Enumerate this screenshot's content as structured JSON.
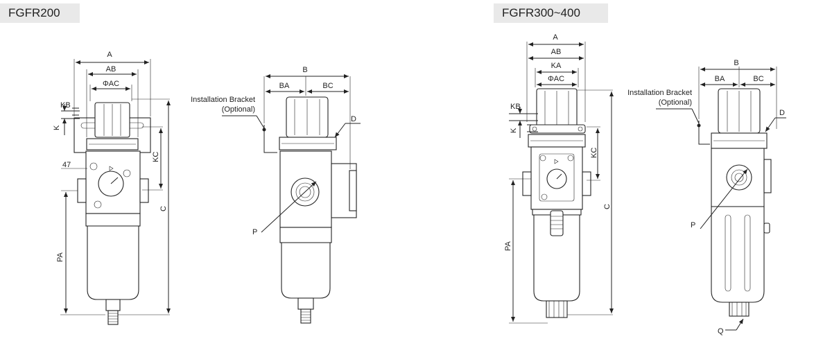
{
  "titles": {
    "left": "FGFR200",
    "right": "FGFR300~400"
  },
  "labels": {
    "A": "A",
    "AB": "AB",
    "PHI_AC": "ΦAC",
    "KA": "KA",
    "KB": "KB",
    "K": "K",
    "KC": "KC",
    "C": "C",
    "PA": "PA",
    "B": "B",
    "BA": "BA",
    "BC": "BC",
    "D": "D",
    "P": "P",
    "Q": "Q",
    "n47": "47",
    "bracket_line1": "Installation Bracket",
    "bracket_line2": "(Optional)"
  },
  "colors": {
    "line": "#222222",
    "tag_bg": "#e9e9e9"
  }
}
